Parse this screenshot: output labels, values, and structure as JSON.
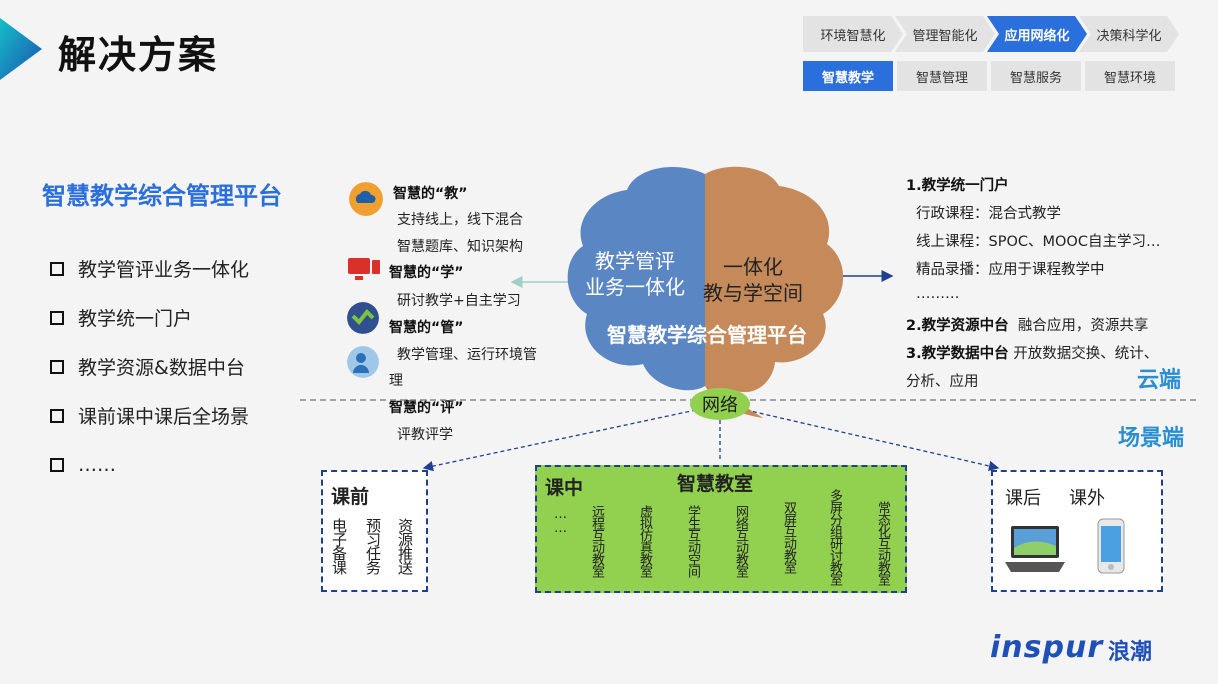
{
  "title": "解决方案",
  "nav": {
    "steps": [
      "环境智慧化",
      "管理智能化",
      "应用网络化",
      "决策科学化"
    ],
    "active_step": 2,
    "subtabs": [
      "智慧教学",
      "智慧管理",
      "智慧服务",
      "智慧环境"
    ],
    "active_subtab": 0
  },
  "platform": {
    "title": "智慧教学综合管理平台",
    "items": [
      "教学管评业务一体化",
      "教学统一门户",
      "教学资源&数据中台",
      "课前课中课后全场景",
      "……"
    ]
  },
  "smart": {
    "teach": {
      "head": "智慧的“教”",
      "lines": [
        "支持线上，线下混合",
        "智慧题库、知识架构"
      ]
    },
    "learn": {
      "head": "智慧的“学”",
      "lines": [
        "研讨教学+自主学习"
      ]
    },
    "manage": {
      "head": "智慧的“管”",
      "lines": [
        "教学管理、运行环境管",
        "理"
      ]
    },
    "evaluate": {
      "head": "智慧的“评”",
      "lines": [
        "评教评学"
      ]
    }
  },
  "brain": {
    "left_line1": "教学管评",
    "left_line2": "业务一体化",
    "right_line1": "一体化",
    "right_line2": "教与学空间",
    "bottom": "智慧教学综合管理平台",
    "network": "网络"
  },
  "right_panel": {
    "portal": {
      "head": "1.教学统一门户",
      "lines": [
        "行政课程：混合式教学",
        "线上课程：SPOC、MOOC自主学习…",
        "精品录播：应用于课程教学中",
        "………"
      ]
    },
    "resource": {
      "head": "2.教学资源中台",
      "text": "融合应用，资源共享"
    },
    "data": {
      "head": "3.教学数据中台",
      "text": "开放数据交换、统计、",
      "text2": "分析、应用"
    }
  },
  "layers": {
    "cloud": "云端",
    "scene": "场景端"
  },
  "before": {
    "title": "课前",
    "cols": [
      "电子备课",
      "预习任务",
      "资源推送"
    ]
  },
  "during": {
    "title": "课中",
    "subtitle": "智慧教室",
    "cols": [
      "……",
      "远程互动教室",
      "虚拟仿真教室",
      "学生互动空间",
      "网络互动教室",
      "双屏互动教室",
      "多屏分组研讨教室",
      "常态化互动教室"
    ]
  },
  "after": {
    "title1": "课后",
    "title2": "课外"
  },
  "logo": {
    "en": "inspur",
    "cn": "浪潮"
  },
  "colors": {
    "accent": "#2a6fdb",
    "brain_left": "#5a86c4",
    "brain_right": "#c68a5a",
    "classroom": "#92d050"
  }
}
